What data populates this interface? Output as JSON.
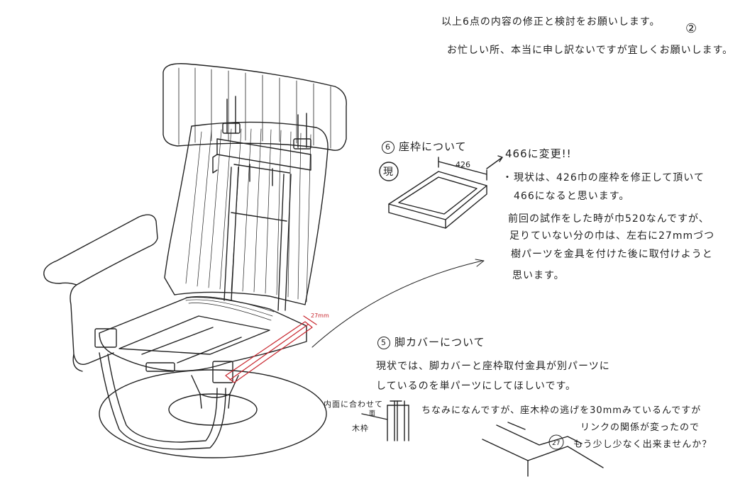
{
  "header": {
    "line1": "以上6点の内容の修正と検討をお願いします。",
    "line2": "お忙しい所、本当に申し訳ないですが宜しくお願いします。",
    "page_marker": "②"
  },
  "section6": {
    "number": "6",
    "title": "座枠について",
    "genjo_label": "現",
    "dim_width": "426",
    "dim_change": "466に変更!!",
    "bullet": "・",
    "text_lines": [
      "現状は、426巾の座枠を修正して頂いて",
      "466になると思います。",
      "前回の試作をした時が巾520なんですが、",
      "足りていない分の巾は、左右に27mmづつ",
      "樹パーツを金具を付けた後に取付けようと",
      "思います。"
    ]
  },
  "chair": {
    "red_dim": "27mm"
  },
  "section5": {
    "number": "5",
    "title": "脚カバーについて",
    "text_lines": [
      "現状では、脚カバーと座枠取付金具が別パーツに",
      "しているのを単パーツにしてほしいです。"
    ],
    "section_label_left": "内面に合わせて",
    "section_label_sub": "面",
    "wood_label": "木枠",
    "note_lines": [
      "ちなみになんですが、座木枠の逃げを30mmみているんですが",
      "リンクの関係が変ったので",
      "もう少し少なく出来ませんか？"
    ],
    "detail_dim": "27"
  },
  "colors": {
    "ink": "#222222",
    "red": "#c8262e",
    "paper": "#ffffff"
  }
}
